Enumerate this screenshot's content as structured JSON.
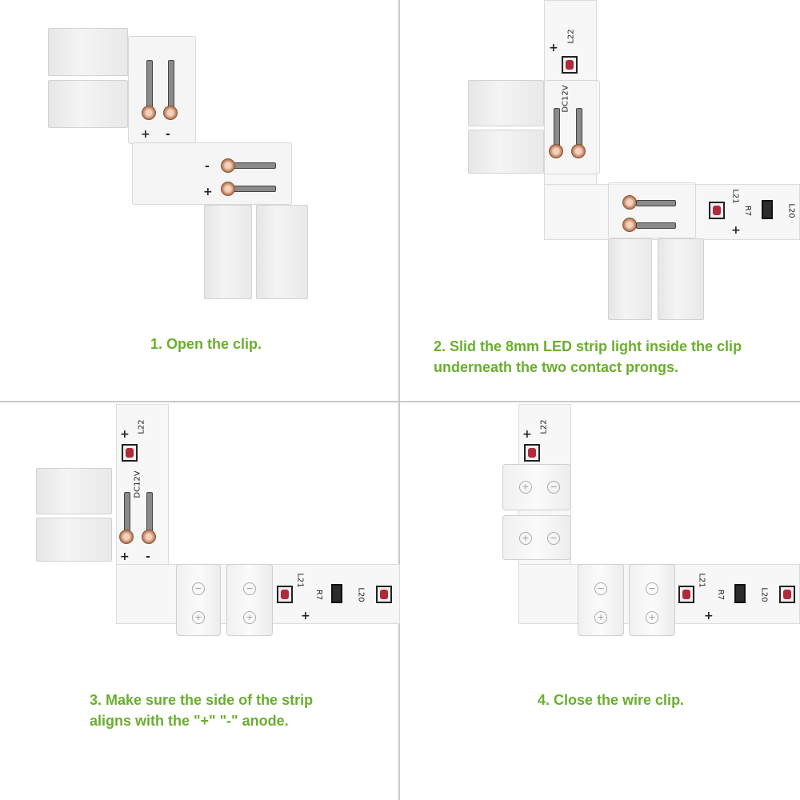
{
  "steps": [
    {
      "caption": "1. Open the clip."
    },
    {
      "caption_line1": "2. Slid the 8mm LED strip light inside the clip",
      "caption_line2": "underneath the two contact prongs."
    },
    {
      "caption_line1": "3. Make sure the side of the strip",
      "caption_line2": "aligns with the \"+\" \"-\" anode."
    },
    {
      "caption": "4. Close the wire clip."
    }
  ],
  "strip_markings": {
    "plus": "+",
    "minus": "-",
    "l22": "L22",
    "l21": "L21",
    "l20": "L20",
    "r7": "R7",
    "dc12v": "DC12V"
  },
  "colors": {
    "caption": "#6aae2e",
    "divider": "#c9c9c9"
  }
}
